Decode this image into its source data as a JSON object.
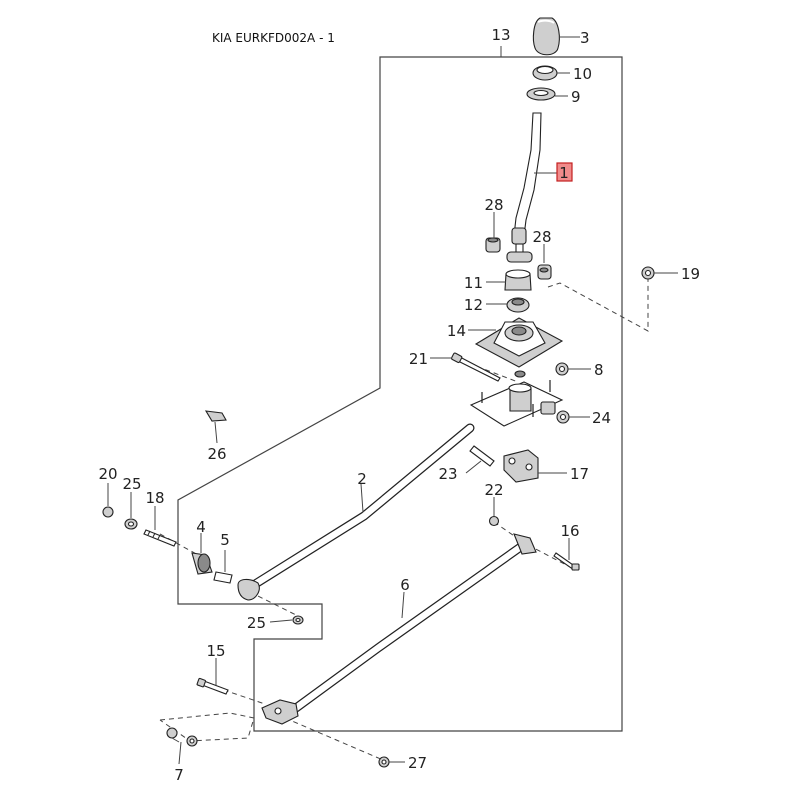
{
  "header": {
    "title": "KIA EURKFD002A - 1"
  },
  "callouts": {
    "c1": "1",
    "c2": "2",
    "c3": "3",
    "c4": "4",
    "c5": "5",
    "c6": "6",
    "c7": "7",
    "c8": "8",
    "c9": "9",
    "c10": "10",
    "c11": "11",
    "c12": "12",
    "c13": "13",
    "c14": "14",
    "c15": "15",
    "c16": "16",
    "c17": "17",
    "c18": "18",
    "c19": "19",
    "c20": "20",
    "c21": "21",
    "c22": "22",
    "c23": "23",
    "c24": "24",
    "c25a": "25",
    "c25b": "25",
    "c26": "26",
    "c27": "27",
    "c28a": "28",
    "c28b": "28"
  },
  "highlight": {
    "selected_part": "1",
    "color": "#f08b8b",
    "border_color": "#c32020"
  }
}
